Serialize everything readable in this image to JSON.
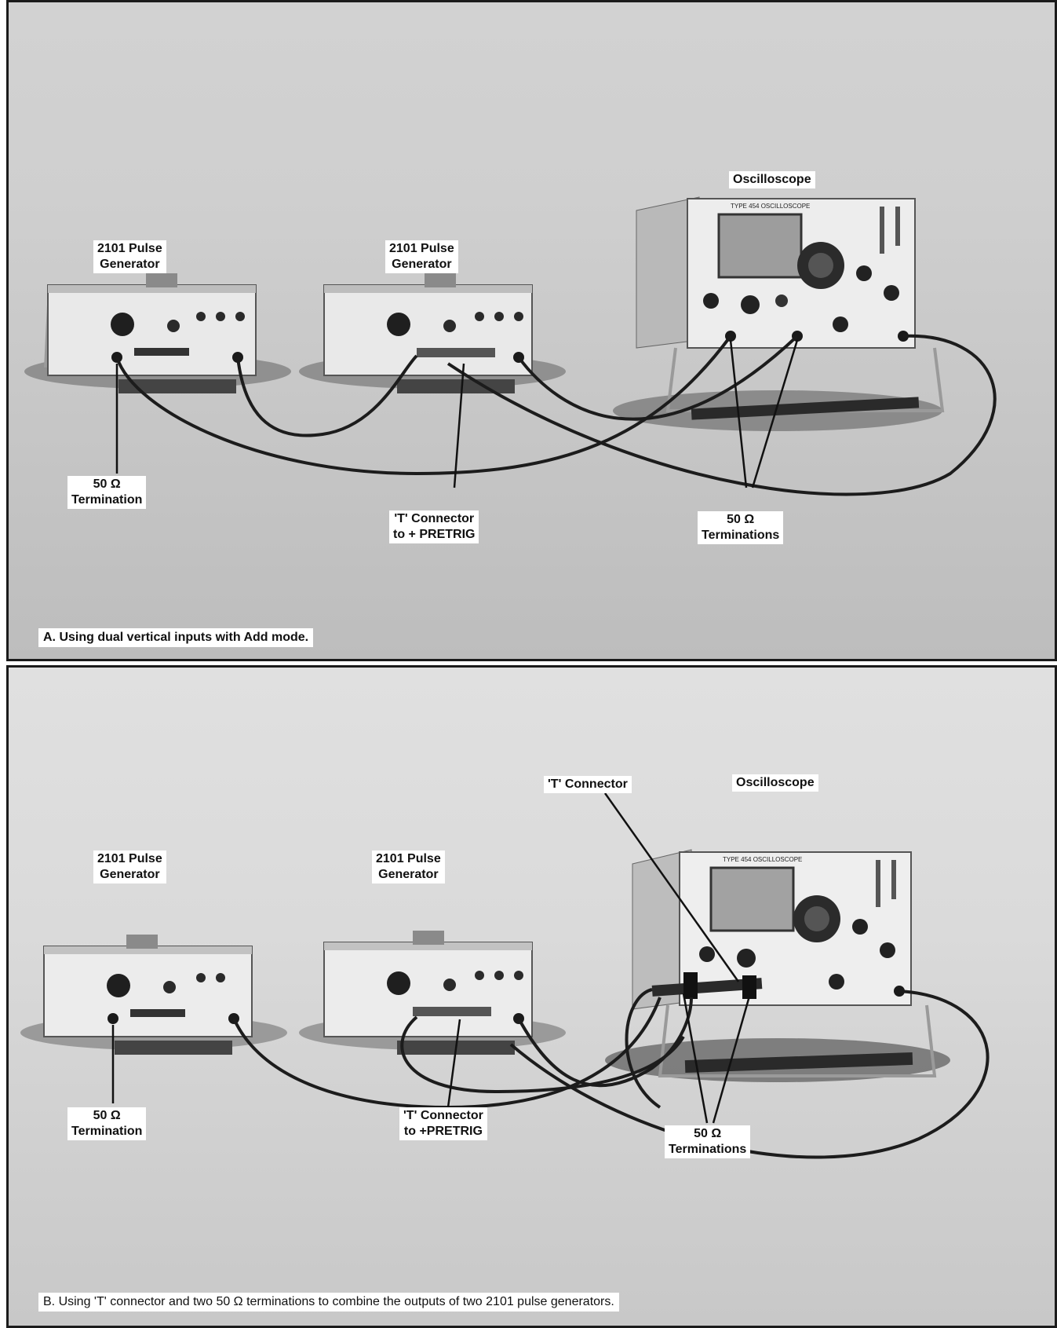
{
  "panel_a": {
    "labels": {
      "pulse_gen_1": "2101 Pulse\nGenerator",
      "pulse_gen_2": "2101 Pulse\nGenerator",
      "oscilloscope": "Oscilloscope",
      "termination": "50 Ω\nTermination",
      "t_connector": "'T' Connector\nto + PRETRIG",
      "terminations": "50 Ω\nTerminations"
    },
    "caption": "A.  Using dual vertical inputs with Add mode."
  },
  "panel_b": {
    "labels": {
      "pulse_gen_1": "2101 Pulse\nGenerator",
      "pulse_gen_2": "2101 Pulse\nGenerator",
      "oscilloscope": "Oscilloscope",
      "t_connector_top": "'T' Connector",
      "termination": "50 Ω\nTermination",
      "t_connector": "'T' Connector\nto +PRETRIG",
      "terminations": "50 Ω\nTerminations"
    },
    "caption": "B.  Using 'T' connector and two 50 Ω terminations to combine the outputs of two 2101 pulse generators."
  },
  "device_text": {
    "scope_model_a": "TYPE 454 OSCILLOSCOPE",
    "scope_model_b": "TYPE 454 OSCILLOSCOPE"
  }
}
